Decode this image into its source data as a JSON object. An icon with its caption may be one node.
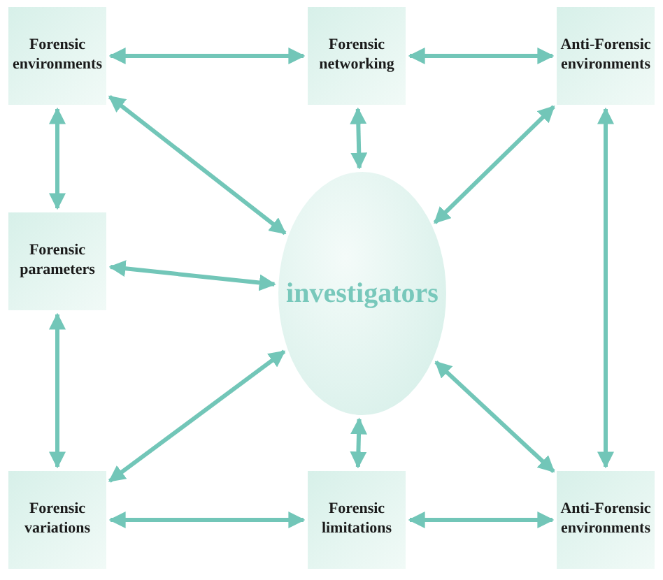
{
  "diagram": {
    "nodes": [
      {
        "text": [
          "Forensic environments"
        ]
      },
      {
        "text": [
          "Forensic networking"
        ]
      },
      {
        "text": [
          "Anti-Forensic environments"
        ]
      },
      {
        "text": [
          "Forensic parameters"
        ]
      },
      {
        "text": [
          "investigators"
        ]
      },
      {
        "text": [
          "Forensic variations"
        ]
      },
      {
        "text": [
          "Forensic limitations"
        ]
      },
      {
        "text": [
          "Anti-Forensic environments"
        ]
      }
    ],
    "edges": [
      {
        "from": 0,
        "to": 1,
        "arrow": "both"
      },
      {
        "from": 1,
        "to": 2,
        "arrow": "both"
      },
      {
        "from": 0,
        "to": 3,
        "arrow": "both"
      },
      {
        "from": 0,
        "to": 4,
        "arrow": "both"
      },
      {
        "from": 1,
        "to": 4,
        "arrow": "both"
      },
      {
        "from": 2,
        "to": 4,
        "arrow": "both"
      },
      {
        "from": 3,
        "to": 4,
        "arrow": "both"
      },
      {
        "from": 2,
        "to": 7,
        "arrow": "both"
      },
      {
        "from": 3,
        "to": 5,
        "arrow": "both"
      },
      {
        "from": 5,
        "to": 4,
        "arrow": "both"
      },
      {
        "from": 6,
        "to": 4,
        "arrow": "both"
      },
      {
        "from": 7,
        "to": 4,
        "arrow": "both"
      },
      {
        "from": 5,
        "to": 6,
        "arrow": "both"
      },
      {
        "from": 6,
        "to": 7,
        "arrow": "both"
      }
    ]
  }
}
